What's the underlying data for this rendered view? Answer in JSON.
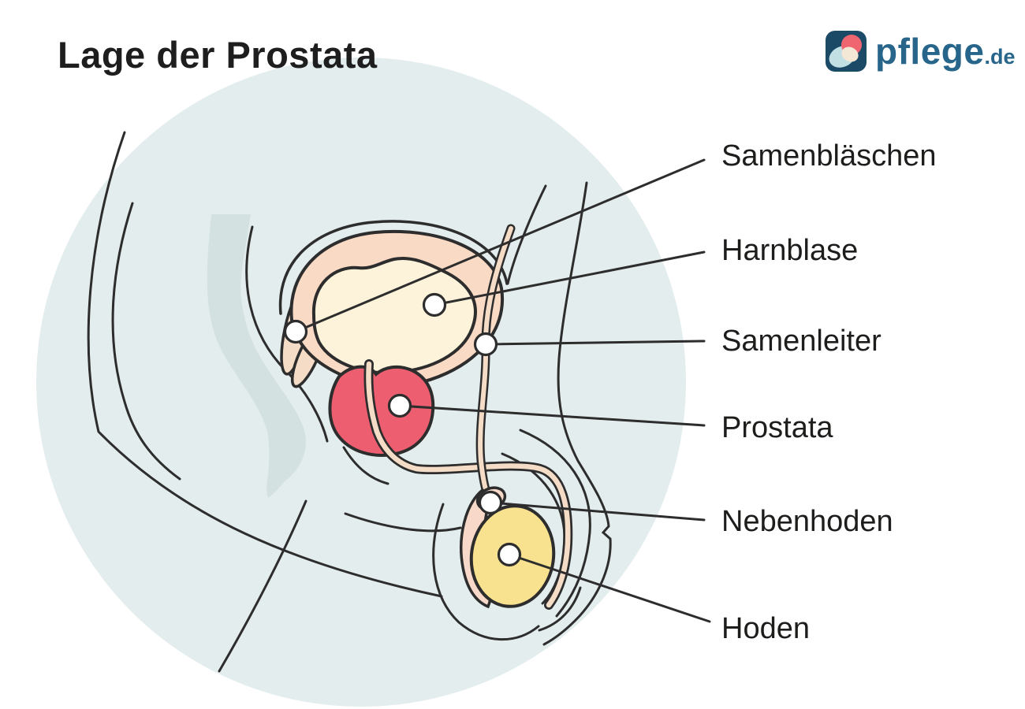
{
  "title": "Lage der Prostata",
  "logo": {
    "brand": "pflege",
    "tld": ".de"
  },
  "labels": [
    {
      "id": "samenblaeschen",
      "text": "Samenbläschen"
    },
    {
      "id": "harnblase",
      "text": "Harnblase"
    },
    {
      "id": "samenleiter",
      "text": "Samenleiter"
    },
    {
      "id": "prostata",
      "text": "Prostata"
    },
    {
      "id": "nebenhoden",
      "text": "Nebenhoden"
    },
    {
      "id": "hoden",
      "text": "Hoden"
    }
  ],
  "colors": {
    "background_circle": "#e4edee",
    "rectum": "#d3e2e1",
    "outline": "#2d2d2d",
    "bladder_wall": "#f8dac5",
    "bladder_interior": "#fdf3da",
    "prostate": "#ed5f70",
    "tube_fill": "#f5dcc6",
    "testis": "#f9e28f",
    "epididymis": "#f8d9c9",
    "marker_fill": "#ffffff",
    "logo_square": "#1b4a66",
    "logo_text": "#27658a",
    "logo_coral": "#ef6570",
    "logo_lightblue": "#c2dfe4",
    "logo_cream": "#f2e8d5"
  }
}
